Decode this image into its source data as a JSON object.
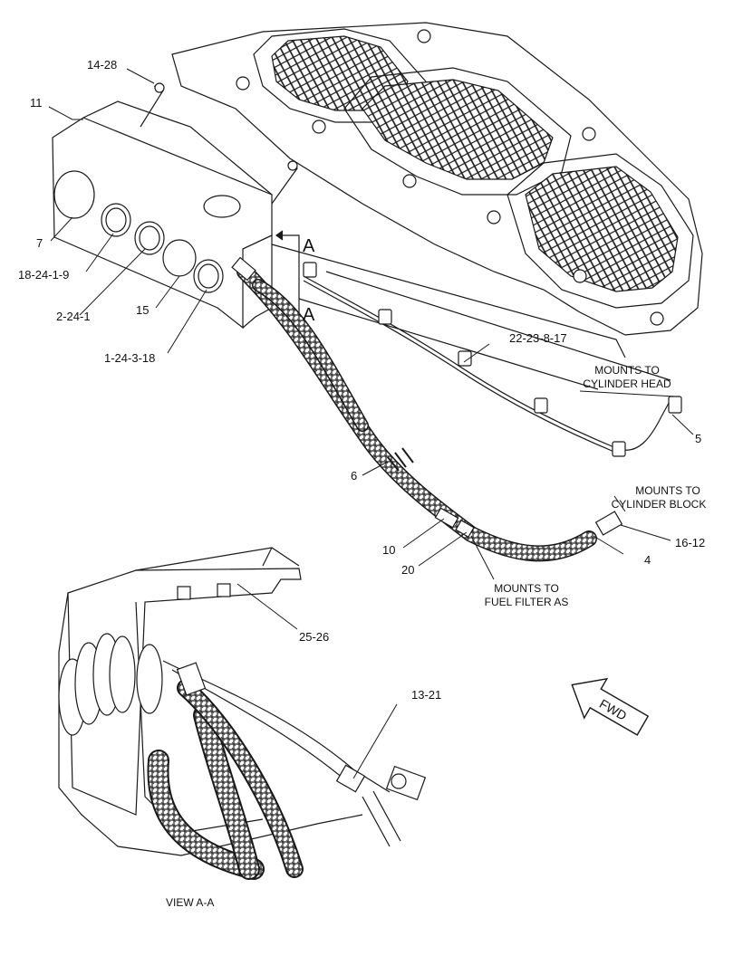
{
  "callouts": {
    "c14_28": "14-28",
    "c11": "11",
    "c7": "7",
    "c18_24_1_9": "18-24-1-9",
    "c2_24_1": "2-24-1",
    "c15": "15",
    "c1_24_3_18": "1-24-3-18",
    "c22_23_8_17": "22-23-8-17",
    "c5": "5",
    "c6": "6",
    "c10": "10",
    "c20": "20",
    "c4": "4",
    "c16_12": "16-12",
    "c25_26": "25-26",
    "c13_21": "13-21"
  },
  "notes": {
    "cylinder_head_1": "MOUNTS TO",
    "cylinder_head_2": "CYLINDER HEAD",
    "cylinder_block_1": "MOUNTS TO",
    "cylinder_block_2": "CYLINDER BLOCK",
    "fuel_filter_1": "MOUNTS TO",
    "fuel_filter_2": "FUEL FILTER AS"
  },
  "section_marker": "A",
  "view_label": "VIEW  A-A",
  "direction_arrow": "FWD",
  "colors": {
    "line": "#1a1a1a",
    "paper": "#ffffff",
    "hose_fill": "#d9d9d9"
  }
}
